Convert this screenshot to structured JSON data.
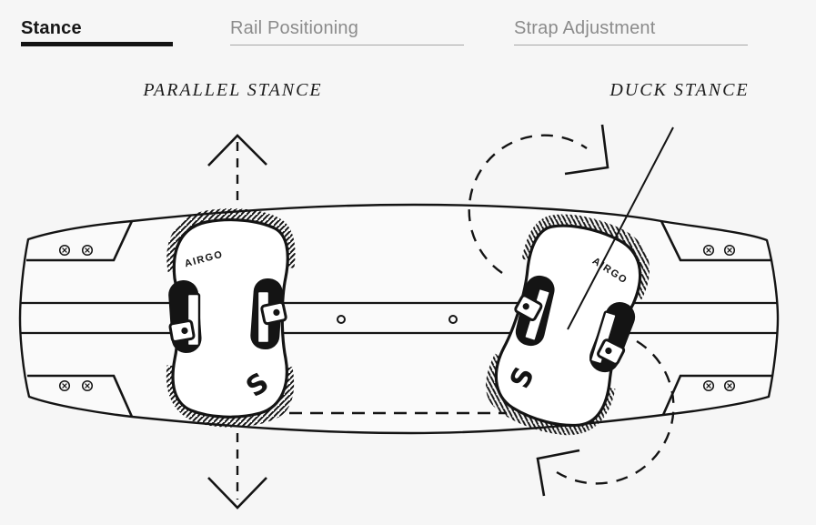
{
  "colors": {
    "background": "#f6f6f6",
    "ink": "#141414",
    "active_tab_text": "#161616",
    "inactive_tab_text": "#8b8b8b",
    "inactive_tab_rule": "#a6a6a6",
    "board_fill": "#fafafa",
    "pad_fill": "#ffffff"
  },
  "tabs": {
    "items": [
      {
        "label": "Stance",
        "active": true
      },
      {
        "label": "Rail Positioning",
        "active": false
      },
      {
        "label": "Strap Adjustment",
        "active": false
      }
    ]
  },
  "diagram": {
    "parallel_label": "PARALLEL STANCE",
    "duck_label": "DUCK STANCE",
    "binding_brand": "AIRGO",
    "binding_logo_glyph": "S",
    "icons": {
      "screw": "screw-icon (circled x)",
      "insert_hole": "small ring on center rail",
      "shift_arrows": "dashed up/down arrows (parallel stance shift)",
      "rotate_arrows": "dashed circular arrows (duck stance rotation)"
    }
  }
}
